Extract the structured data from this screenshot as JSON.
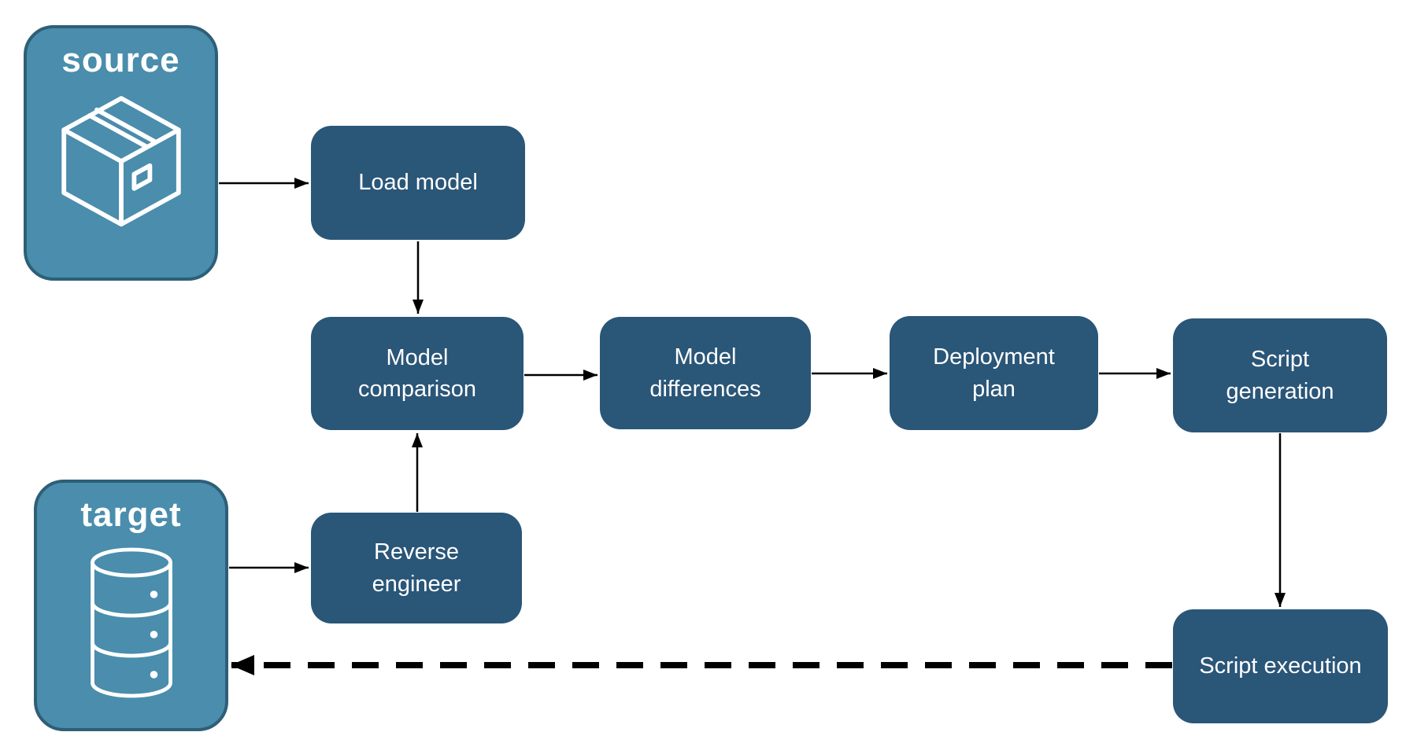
{
  "diagram": {
    "colors": {
      "endpoint_fill": "#4a8dac",
      "endpoint_border": "#2e5f77",
      "step_fill": "#2a5678",
      "label_color": "#ffffff",
      "arrow_color": "#000000",
      "background": "#ffffff"
    },
    "endpoints": {
      "source": {
        "label": "source",
        "icon": "package-icon"
      },
      "target": {
        "label": "target",
        "icon": "database-icon"
      }
    },
    "steps": {
      "load_model": {
        "label": "Load model"
      },
      "model_comparison": {
        "label": "Model comparison"
      },
      "model_differences": {
        "label": "Model differences"
      },
      "deployment_plan": {
        "label": "Deployment plan"
      },
      "script_generation": {
        "label": "Script generation"
      },
      "reverse_engineer": {
        "label": "Reverse engineer"
      },
      "script_execution": {
        "label": "Script execution"
      }
    },
    "flows": [
      {
        "from": "source",
        "to": "load_model",
        "style": "solid"
      },
      {
        "from": "load_model",
        "to": "model_comparison",
        "style": "solid"
      },
      {
        "from": "target",
        "to": "reverse_engineer",
        "style": "solid"
      },
      {
        "from": "reverse_engineer",
        "to": "model_comparison",
        "style": "solid"
      },
      {
        "from": "model_comparison",
        "to": "model_differences",
        "style": "solid"
      },
      {
        "from": "model_differences",
        "to": "deployment_plan",
        "style": "solid"
      },
      {
        "from": "deployment_plan",
        "to": "script_generation",
        "style": "solid"
      },
      {
        "from": "script_generation",
        "to": "script_execution",
        "style": "solid"
      },
      {
        "from": "script_execution",
        "to": "target",
        "style": "dashed"
      }
    ]
  }
}
